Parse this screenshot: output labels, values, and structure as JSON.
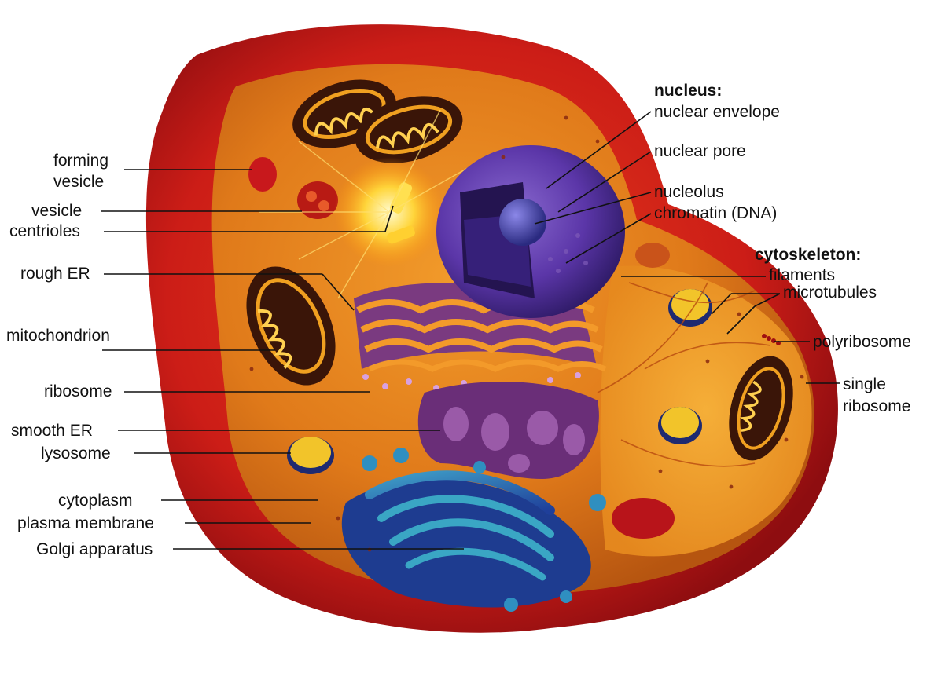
{
  "labels": {
    "forming_vesicle": [
      "forming",
      "vesicle"
    ],
    "vesicle": "vesicle",
    "centrioles": "centrioles",
    "rough_er": "rough ER",
    "mitochondrion": "mitochondrion",
    "ribosome": "ribosome",
    "smooth_er": "smooth ER",
    "lysosome": "lysosome",
    "cytoplasm": "cytoplasm",
    "plasma_membrane": "plasma membrane",
    "golgi": "Golgi apparatus",
    "nucleus_heading": "nucleus:",
    "nuclear_envelope": "nuclear envelope",
    "nuclear_pore": "nuclear pore",
    "nucleolus": "nucleolus",
    "chromatin": "chromatin (DNA)",
    "cytoskeleton_heading": "cytoskeleton:",
    "filaments": "filaments",
    "microtubules": "microtubules",
    "polyribosome": "polyribosome",
    "single_ribosome": [
      "single",
      "ribosome"
    ]
  },
  "colors": {
    "membrane": "#c8181c",
    "cytoplasm": "#e8811f",
    "nucleus": "#4b2c8c",
    "golgi": "#2a5fb0",
    "er": "#6a3a7a"
  }
}
